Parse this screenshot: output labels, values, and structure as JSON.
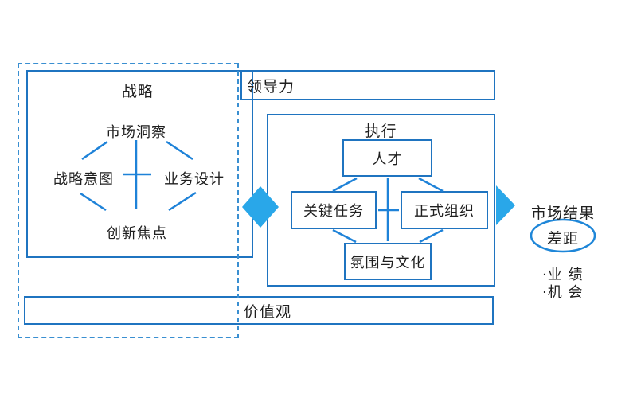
{
  "colors": {
    "border_blue": "#1f74c0",
    "line_blue": "#1e82d8",
    "accent_blue": "#29a7e9",
    "dash_blue": "#3a8fd1",
    "text": "#1f1f1f"
  },
  "strategy_panel": {
    "title": "战略",
    "nodes": {
      "top": "市场洞察",
      "left": "战略意图",
      "right": "业务设计",
      "bottom": "创新焦点"
    }
  },
  "leadership_bar": {
    "label": "领导力"
  },
  "execution_panel": {
    "title": "执行",
    "boxes": {
      "top": "人才",
      "left": "关键任务",
      "right": "正式组织",
      "bottom": "氛围与文化"
    }
  },
  "values_bar": {
    "label": "价值观"
  },
  "results": {
    "title": "市场结果",
    "gap_label": "差距",
    "bullets": [
      "·业 绩",
      "·机 会"
    ]
  }
}
